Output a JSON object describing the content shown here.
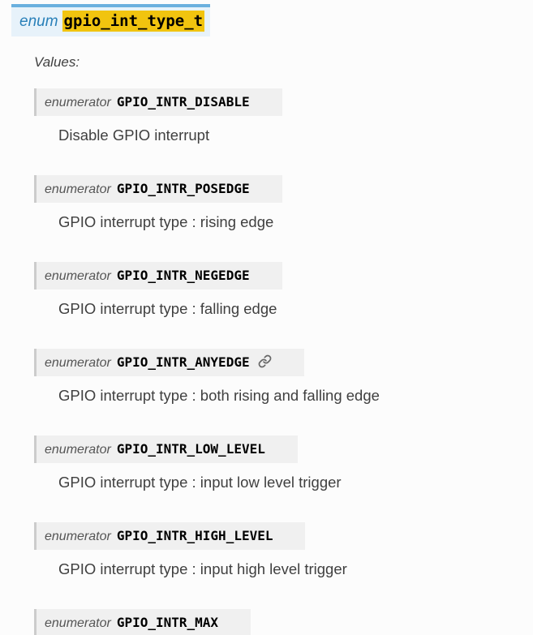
{
  "page": {
    "background": "#fcfcfc"
  },
  "signature": {
    "keyword": "enum",
    "name": "gpio_int_type_t",
    "top_border_color": "#6ab0de",
    "background_color": "#e7f2fa",
    "keyword_color": "#2980b9",
    "highlight_color": "#f1c40f"
  },
  "values_label": "Values:",
  "enumerator_box": {
    "background_color": "#f0f0f0",
    "border_color": "#cccccc"
  },
  "icons": {
    "permalink": "link-icon"
  },
  "enumerators": [
    {
      "label": "enumerator",
      "name": "GPIO_INTR_DISABLE",
      "description": "Disable GPIO interrupt",
      "has_link_icon": false
    },
    {
      "label": "enumerator",
      "name": "GPIO_INTR_POSEDGE",
      "description": "GPIO interrupt type : rising edge",
      "has_link_icon": false
    },
    {
      "label": "enumerator",
      "name": "GPIO_INTR_NEGEDGE",
      "description": "GPIO interrupt type : falling edge",
      "has_link_icon": false
    },
    {
      "label": "enumerator",
      "name": "GPIO_INTR_ANYEDGE",
      "description": "GPIO interrupt type : both rising and falling edge",
      "has_link_icon": true
    },
    {
      "label": "enumerator",
      "name": "GPIO_INTR_LOW_LEVEL",
      "description": "GPIO interrupt type : input low level trigger",
      "has_link_icon": false
    },
    {
      "label": "enumerator",
      "name": "GPIO_INTR_HIGH_LEVEL",
      "description": "GPIO interrupt type : input high level trigger",
      "has_link_icon": false
    },
    {
      "label": "enumerator",
      "name": "GPIO_INTR_MAX",
      "description": "",
      "has_link_icon": false
    }
  ]
}
